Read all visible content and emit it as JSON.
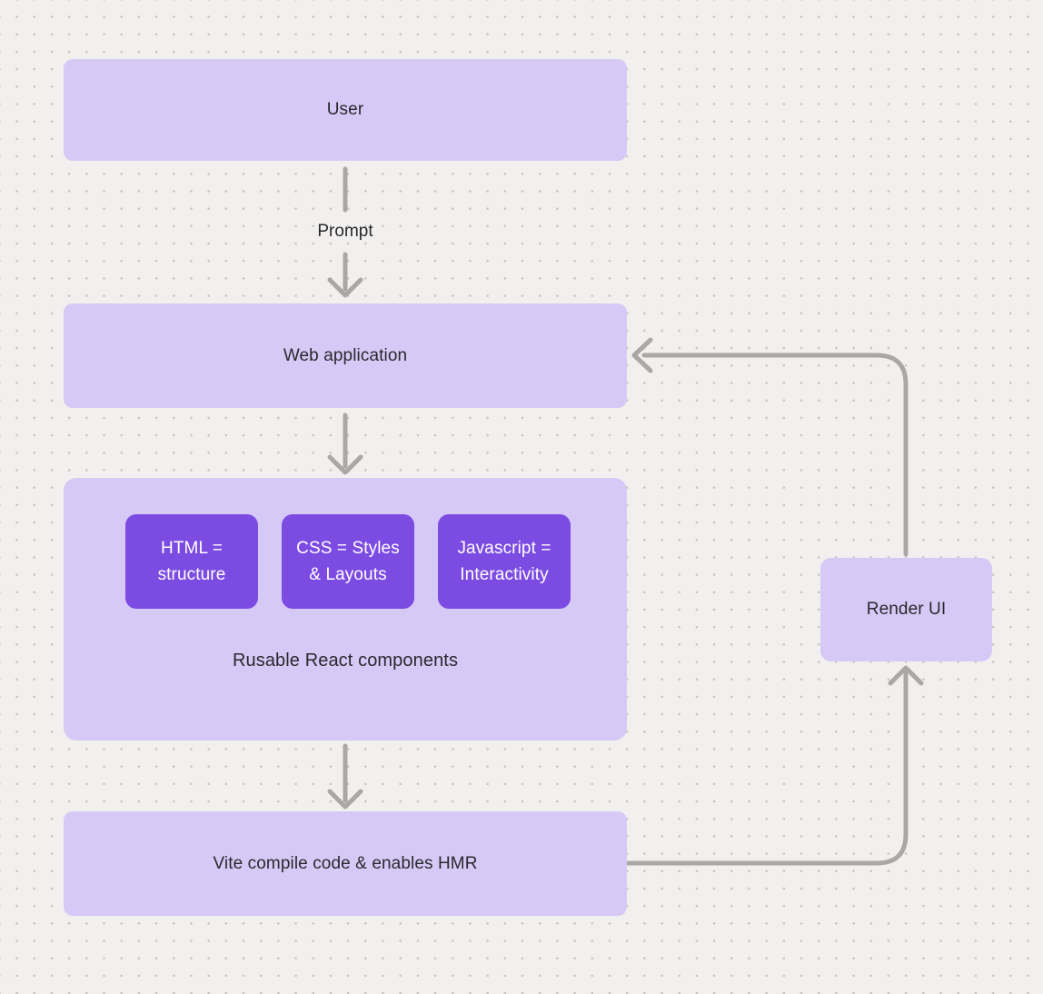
{
  "diagram": {
    "colors": {
      "background": "#f1f0ee",
      "grid_dot": "#c7c5c1",
      "node_fill": "#d7c9f5",
      "chip_fill": "#7c4be2",
      "chip_text": "#ffffff",
      "node_text": "#29292f",
      "connector": "#a9a8a6"
    },
    "nodes": {
      "user": {
        "label": "User"
      },
      "web_application": {
        "label": "Web application"
      },
      "components_group": {
        "label": "Rusable React components",
        "chips": [
          {
            "label": "HTML = structure"
          },
          {
            "label": "CSS = Styles & Layouts"
          },
          {
            "label": "Javascript = Interactivity"
          }
        ]
      },
      "vite": {
        "label": "Vite compile code & enables HMR"
      },
      "render_ui": {
        "label": "Render UI"
      }
    },
    "edge_labels": {
      "prompt": "Prompt"
    }
  }
}
